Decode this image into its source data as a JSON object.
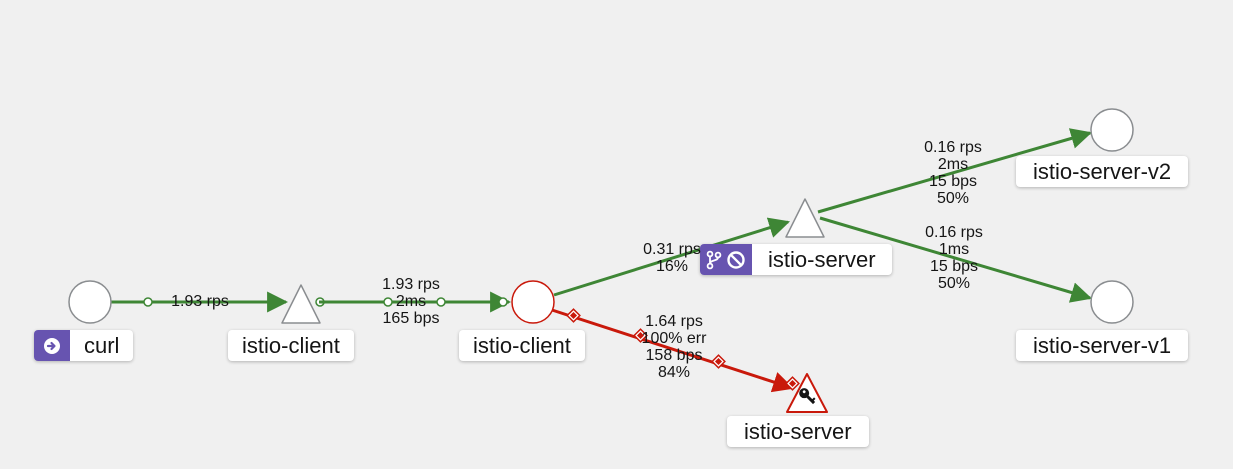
{
  "colors": {
    "background": "#f0f0f0",
    "healthy_edge": "#3e8635",
    "error_edge": "#c9190b",
    "node_border": "#8a8d90",
    "node_error_border": "#c9190b",
    "badge": "#6754b0"
  },
  "nodes": {
    "curl": {
      "label": "curl",
      "shape": "circle",
      "badge_icon": "arrow-circle-right-icon"
    },
    "istio_client_service": {
      "label": "istio-client",
      "shape": "triangle"
    },
    "istio_client_app": {
      "label": "istio-client",
      "shape": "circle",
      "status": "error"
    },
    "istio_server_service": {
      "label": "istio-server",
      "shape": "triangle",
      "badge_icons": [
        "code-branch-icon",
        "ban-icon"
      ]
    },
    "istio_server_v2": {
      "label": "istio-server-v2",
      "shape": "circle"
    },
    "istio_server_v1": {
      "label": "istio-server-v1",
      "shape": "circle"
    },
    "istio_server_error": {
      "label": "istio-server",
      "shape": "triangle",
      "status": "error",
      "icon": "key-icon"
    }
  },
  "edges": {
    "curl_to_client_service": {
      "lines": [
        "1.93 rps"
      ]
    },
    "client_service_to_app": {
      "lines": [
        "1.93 rps",
        "2ms",
        "165 bps"
      ]
    },
    "app_to_server_service": {
      "lines": [
        "0.31 rps",
        "16%"
      ]
    },
    "server_service_to_v2": {
      "lines": [
        "0.16 rps",
        "2ms",
        "15 bps",
        "50%"
      ]
    },
    "server_service_to_v1": {
      "lines": [
        "0.16 rps",
        "1ms",
        "15 bps",
        "50%"
      ]
    },
    "app_to_server_error": {
      "lines": [
        "1.64 rps",
        "100% err",
        "158 bps",
        "84%"
      ]
    }
  }
}
